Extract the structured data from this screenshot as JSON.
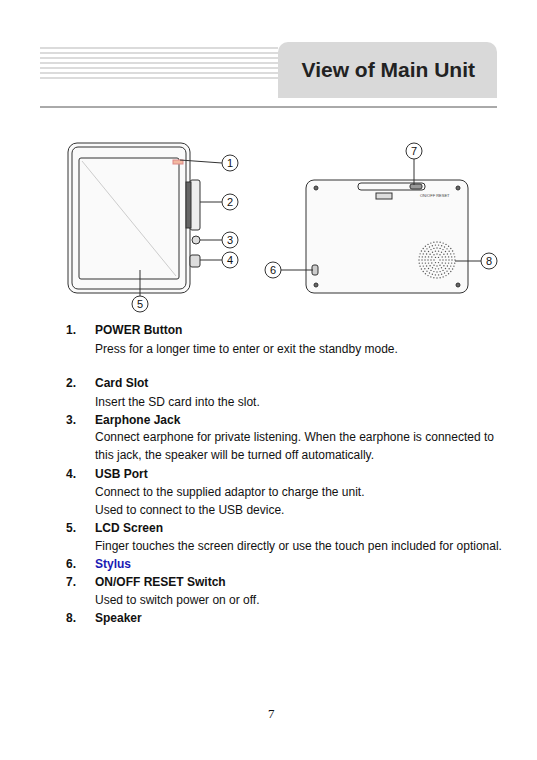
{
  "diagram": {
    "nodes": [
      {
        "text": [
          "View of Main Unit"
        ]
      }
    ],
    "labels": [
      "1",
      "2",
      "3",
      "4",
      "5",
      "6",
      "7",
      "8",
      "ON/OFF RESET",
      "1.",
      "POWER Button",
      "Press for a longer time to enter or exit the standby mode.",
      "2.",
      "Card Slot",
      "Insert the SD card into the slot.",
      "3.",
      "Earphone Jack",
      "Connect earphone for private listening. When the earphone is connected to this jack, the speaker will be turned off automatically.",
      "4.",
      "USB Port",
      "Connect to the supplied adaptor to charge the unit.",
      "Used to connect to the USB device.",
      "5.",
      "LCD Screen",
      "Finger touches the screen directly or use the touch pen included for optional.",
      "6.",
      "Stylus",
      "7.",
      "ON/OFF RESET Switch",
      "Used to switch power on or off.",
      "8.",
      "Speaker",
      "7"
    ]
  }
}
